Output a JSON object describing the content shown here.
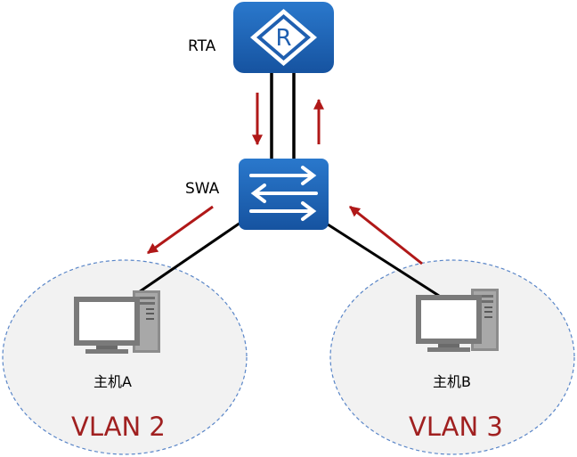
{
  "nodes": {
    "router": {
      "label": "RTA",
      "icon": "router-icon"
    },
    "switch": {
      "label": "SWA",
      "icon": "switch-icon"
    }
  },
  "hosts": [
    {
      "label": "主机A",
      "icon": "desktop-computer-icon"
    },
    {
      "label": "主机B",
      "icon": "desktop-computer-icon"
    }
  ],
  "vlans": [
    {
      "label": "VLAN 2"
    },
    {
      "label": "VLAN 3"
    }
  ],
  "colors": {
    "device_blue": "#1f5fb0",
    "device_blue_dark": "#164a8c",
    "arrow_red": "#b01818",
    "vlan_text": "#a02020",
    "vlan_border": "#5a86c8",
    "vlan_fill": "#f2f2f2",
    "link": "#000000"
  }
}
